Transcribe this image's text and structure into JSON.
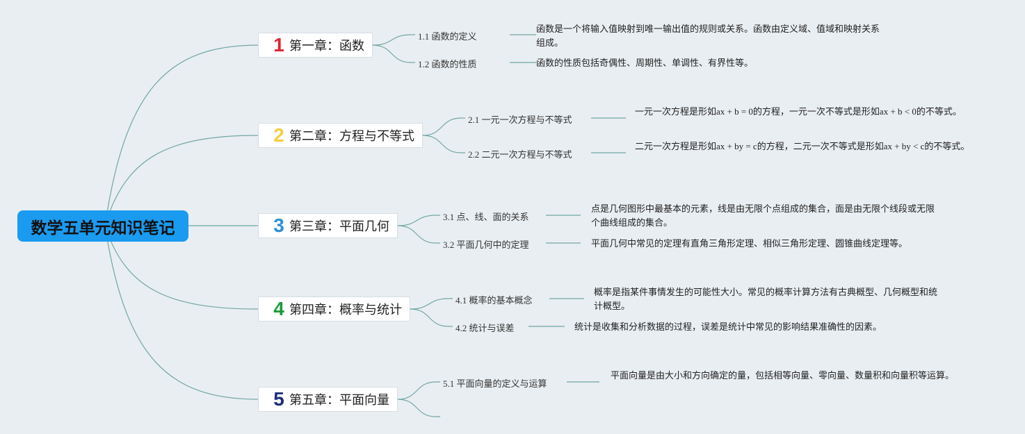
{
  "root": {
    "label": "数学五单元知识笔记"
  },
  "colors": {
    "line": "#6fa7a3",
    "root_bg": "#1a9bf0"
  },
  "chapters": [
    {
      "num": "1",
      "color": "#e02431",
      "label": "第一章：函数",
      "sections": [
        {
          "label": "1.1 函数的定义",
          "desc": "函数是一个将输入值映射到唯一输出值的规则或关系。函数由定义域、值域和映射关系组成。"
        },
        {
          "label": "1.2 函数的性质",
          "desc": "函数的性质包括奇偶性、周期性、单调性、有界性等。"
        }
      ]
    },
    {
      "num": "2",
      "color": "#f6cc43",
      "label": "第二章：方程与不等式",
      "sections": [
        {
          "label": "2.1 一元一次方程与不等式",
          "desc": "一元一次方程是形如ax + b = 0的方程，一元一次不等式是形如ax + b < 0的不等式。"
        },
        {
          "label": "2.2 二元一次方程与不等式",
          "desc": "二元一次方程是形如ax + by = c的方程，二元一次不等式是形如ax + by < c的不等式。"
        }
      ]
    },
    {
      "num": "3",
      "color": "#2e8fd6",
      "label": "第三章：平面几何",
      "sections": [
        {
          "label": "3.1 点、线、面的关系",
          "desc": "点是几何图形中最基本的元素，线是由无限个点组成的集合，面是由无限个线段或无限个曲线组成的集合。"
        },
        {
          "label": "3.2 平面几何中的定理",
          "desc": "平面几何中常见的定理有直角三角形定理、相似三角形定理、圆锥曲线定理等。"
        }
      ]
    },
    {
      "num": "4",
      "color": "#1f9a3a",
      "label": "第四章：概率与统计",
      "sections": [
        {
          "label": "4.1 概率的基本概念",
          "desc": "概率是指某件事情发生的可能性大小。常见的概率计算方法有古典概型、几何概型和统计概型。"
        },
        {
          "label": "4.2 统计与误差",
          "desc": "统计是收集和分析数据的过程，误差是统计中常见的影响结果准确性的因素。"
        }
      ]
    },
    {
      "num": "5",
      "color": "#1d2f7a",
      "label": "第五章：平面向量",
      "sections": [
        {
          "label": "5.1 平面向量的定义与运算",
          "desc": "平面向量是由大小和方向确定的量，包括相等向量、零向量、数量积和向量积等运算。"
        }
      ]
    }
  ]
}
